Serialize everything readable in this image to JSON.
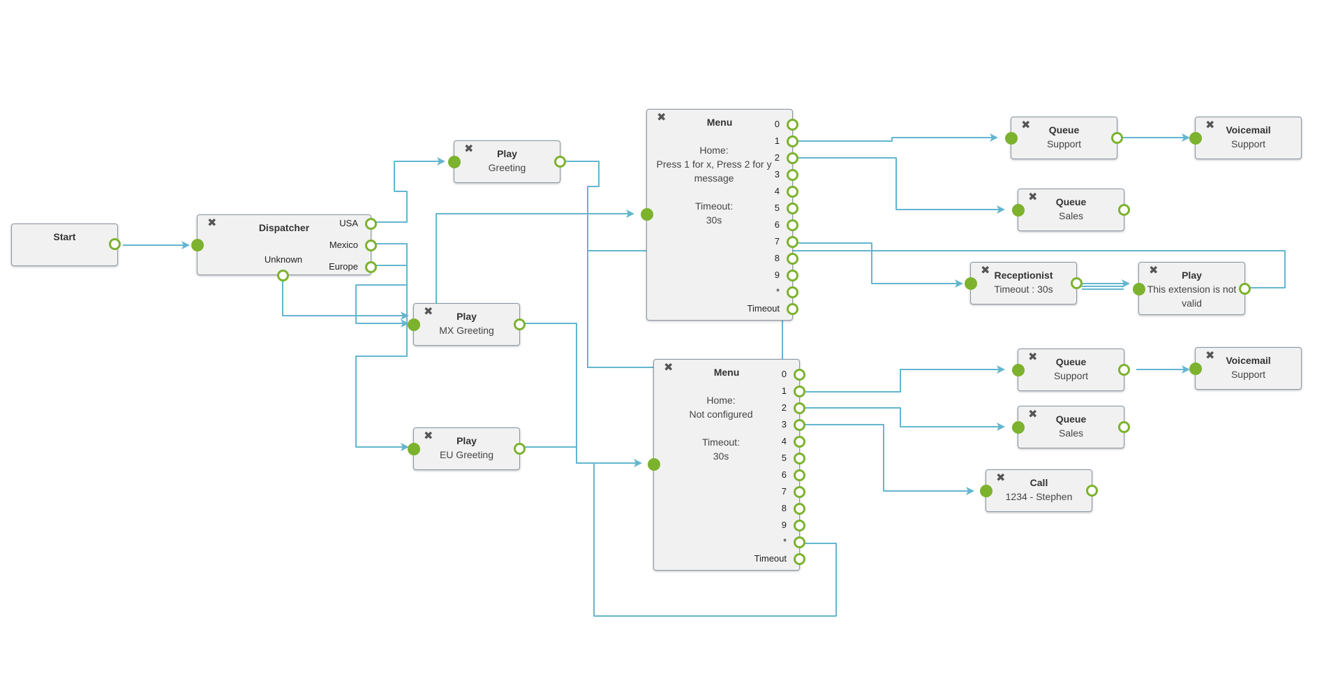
{
  "theme": {
    "wire_color": "#62b6cf",
    "port_color": "#7cb22e",
    "node_bg": "#f1f1f1",
    "node_border": "#8a96a3",
    "close_icon": "x-close-icon"
  },
  "nodes": {
    "start": {
      "title": "Start"
    },
    "dispatcher": {
      "title": "Dispatcher",
      "usa": "USA",
      "mexico": "Mexico",
      "europe": "Europe",
      "unknown": "Unknown"
    },
    "play_greeting": {
      "title": "Play",
      "sub": "Greeting"
    },
    "play_mx": {
      "title": "Play",
      "sub": "MX Greeting"
    },
    "play_eu": {
      "title": "Play",
      "sub": "EU Greeting"
    },
    "menu1": {
      "title": "Menu",
      "home": "Home:",
      "prompt1": "Press 1 for x, Press 2 for y",
      "prompt2": "message",
      "timeout_label": "Timeout:",
      "timeout_value": "30s",
      "options": [
        "0",
        "1",
        "2",
        "3",
        "4",
        "5",
        "6",
        "7",
        "8",
        "9",
        "*",
        "Timeout"
      ]
    },
    "menu2": {
      "title": "Menu",
      "home": "Home:",
      "prompt1": "Not configured",
      "timeout_label": "Timeout:",
      "timeout_value": "30s",
      "options": [
        "0",
        "1",
        "2",
        "3",
        "4",
        "5",
        "6",
        "7",
        "8",
        "9",
        "*",
        "Timeout"
      ]
    },
    "queue_support_1": {
      "title": "Queue",
      "sub": "Support"
    },
    "voicemail_support_1": {
      "title": "Voicemail",
      "sub": "Support"
    },
    "queue_sales_1": {
      "title": "Queue",
      "sub": "Sales"
    },
    "receptionist": {
      "title": "Receptionist",
      "sub": "Timeout : 30s"
    },
    "play_invalid": {
      "title": "Play",
      "sub1": "This extension is not",
      "sub2": "valid"
    },
    "queue_support_2": {
      "title": "Queue",
      "sub": "Support"
    },
    "voicemail_support_2": {
      "title": "Voicemail",
      "sub": "Support"
    },
    "queue_sales_2": {
      "title": "Queue",
      "sub": "Sales"
    },
    "call": {
      "title": "Call",
      "sub": "1234 - Stephen"
    }
  }
}
